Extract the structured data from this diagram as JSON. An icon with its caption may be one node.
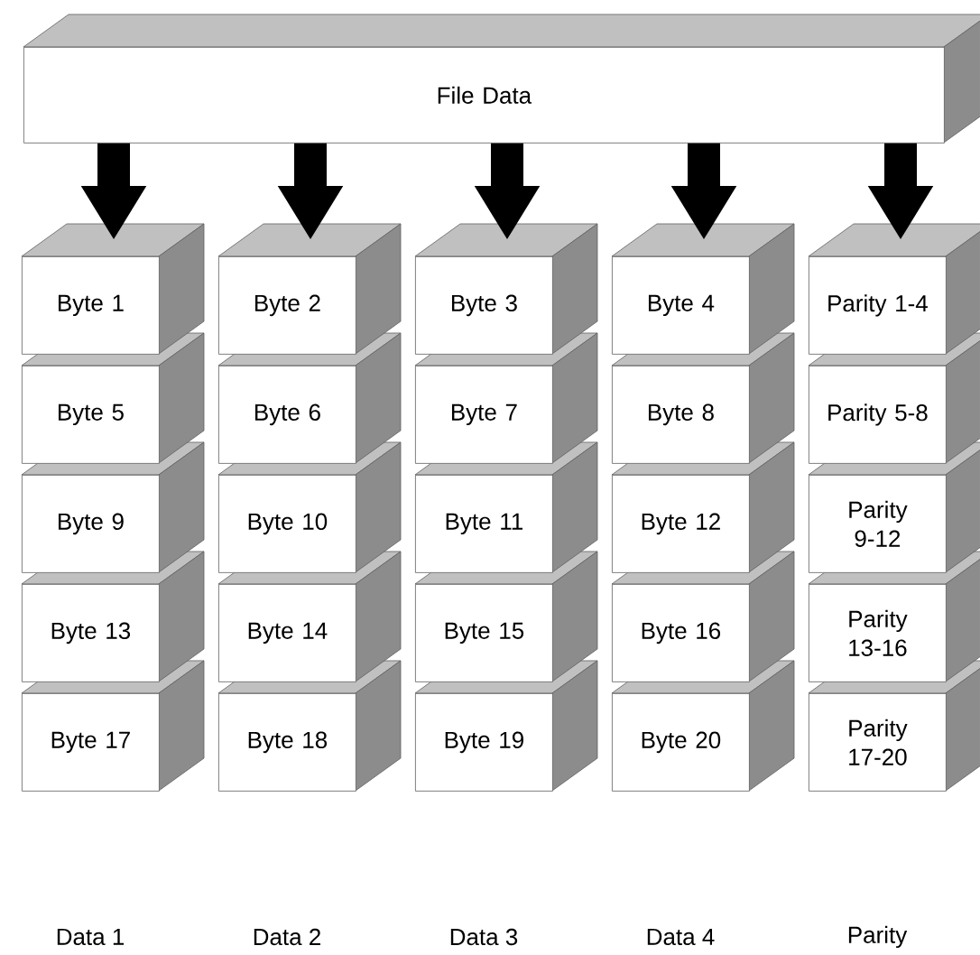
{
  "diagram": {
    "nodes": [
      {
        "text": [
          "File Data"
        ]
      },
      {
        "text": [
          "Byte 1"
        ]
      },
      {
        "text": [
          "Byte 2"
        ]
      },
      {
        "text": [
          "Byte 3"
        ]
      },
      {
        "text": [
          "Byte 4"
        ]
      },
      {
        "text": [
          "Parity 1-4"
        ]
      },
      {
        "text": [
          "Byte 5"
        ]
      },
      {
        "text": [
          "Byte 6"
        ]
      },
      {
        "text": [
          "Byte 7"
        ]
      },
      {
        "text": [
          "Byte 8"
        ]
      },
      {
        "text": [
          "Parity 5-8"
        ]
      },
      {
        "text": [
          "Byte 9"
        ]
      },
      {
        "text": [
          "Byte 10"
        ]
      },
      {
        "text": [
          "Byte 11"
        ]
      },
      {
        "text": [
          "Byte 12"
        ]
      },
      {
        "text": [
          "Parity 9-12"
        ]
      },
      {
        "text": [
          "Byte 13"
        ]
      },
      {
        "text": [
          "Byte 14"
        ]
      },
      {
        "text": [
          "Byte 15"
        ]
      },
      {
        "text": [
          "Byte 16"
        ]
      },
      {
        "text": [
          "Parity 13-16"
        ]
      },
      {
        "text": [
          "Byte 17"
        ]
      },
      {
        "text": [
          "Byte 18"
        ]
      },
      {
        "text": [
          "Byte 19"
        ]
      },
      {
        "text": [
          "Byte 20"
        ]
      },
      {
        "text": [
          "Parity 17-20"
        ]
      }
    ],
    "edges": [
      {
        "from": 0,
        "to": 1,
        "arrow": "to"
      },
      {
        "from": 0,
        "to": 2,
        "arrow": "to"
      },
      {
        "from": 0,
        "to": 3,
        "arrow": "to"
      },
      {
        "from": 0,
        "to": 4,
        "arrow": "to"
      },
      {
        "from": 0,
        "to": 5,
        "arrow": "to"
      }
    ],
    "labels": [
      "Data 1",
      "Data 2",
      "Data 3",
      "Data 4",
      "Parity"
    ]
  }
}
